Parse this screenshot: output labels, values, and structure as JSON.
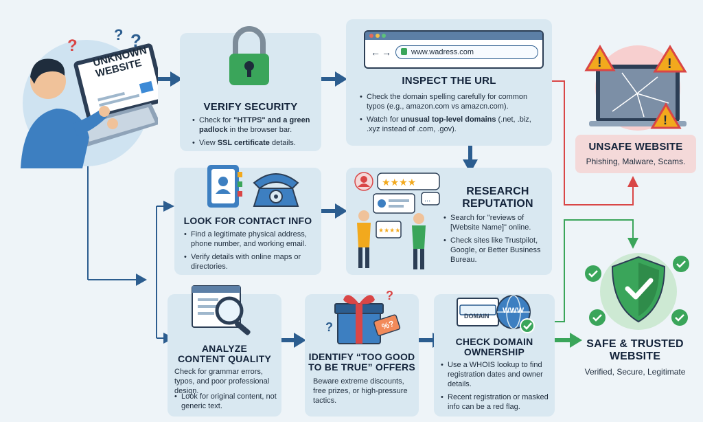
{
  "colors": {
    "background": "#eef4f8",
    "card": "#d9e8f1",
    "arrow": "#2c5d8f",
    "danger": "#d94646",
    "safe": "#3aa55a",
    "warning": "#f2a91d"
  },
  "intro": {
    "screen_line1": "UNKNOWN",
    "screen_line2": "WEBSITE"
  },
  "verify": {
    "title": "VERIFY SECURITY",
    "b1_pre": "Check for ",
    "b1_strong": "\"HTTPS\" and a green padlock",
    "b1_post": " in the browser bar.",
    "b2_pre": "View ",
    "b2_strong": "SSL certificate",
    "b2_post": " details."
  },
  "url": {
    "address": "www.wadress.com",
    "title": "INSPECT THE URL",
    "b1": "Check the domain spelling carefully for common typos (e.g., amazon.com vs amazcn.com).",
    "b2_pre": "Watch for ",
    "b2_strong": "unusual top-level domains",
    "b2_post": " (.net, .biz, .xyz instead of .com, .gov)."
  },
  "unsafe": {
    "title": "UNSAFE WEBSITE",
    "subtitle": "Phishing, Malware, Scams."
  },
  "contact": {
    "title": "LOOK FOR CONTACT INFO",
    "b1": "Find a legitimate physical address, phone number, and working email.",
    "b2": "Verify details with online maps or directories."
  },
  "reputation": {
    "title_line1": "RESEARCH",
    "title_line2": "REPUTATION",
    "b1": "Search for \"reviews of [Website Name]\" online.",
    "b2": "Check sites like Trustpilot, Google, or Better Business Bureau."
  },
  "content": {
    "title_line1": "ANALYZE",
    "title_line2": "CONTENT QUALITY",
    "text": "Check for grammar errors, typos, and poor professional design.",
    "b1": "Look for original content, not generic text."
  },
  "offers": {
    "title_line1": "IDENTIFY “TOO GOOD",
    "title_line2": "TO BE TRUE” OFFERS",
    "text": "Beware extreme discounts, free prizes, or high-pressure tactics.",
    "tag": "%?"
  },
  "domain": {
    "title_line1": "CHECK DOMAIN",
    "title_line2": "OWNERSHIP",
    "box_label": "DOMAIN",
    "globe_label": "WWW",
    "b1": "Use a WHOIS lookup to find registration dates and owner details.",
    "b2": "Recent registration or masked info can be a red flag."
  },
  "safe": {
    "title_line1": "SAFE & TRUSTED",
    "title_line2": "WEBSITE",
    "subtitle": "Verified, Secure, Legitimate"
  }
}
